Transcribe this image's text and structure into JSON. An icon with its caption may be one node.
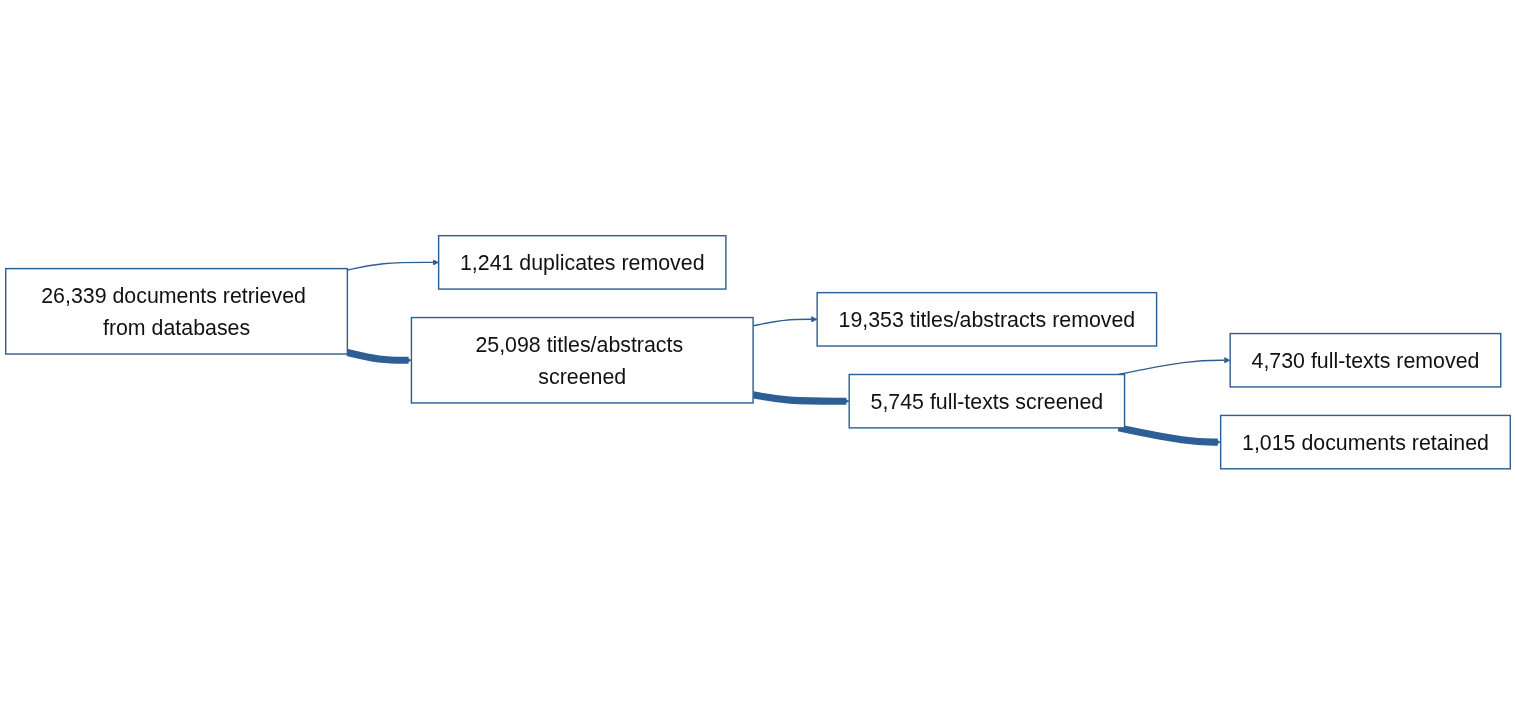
{
  "diagram": {
    "nodes": [
      {
        "text": [
          "26,339 documents retrieved from databases"
        ]
      },
      {
        "text": [
          "1,241 duplicates removed"
        ]
      },
      {
        "text": [
          "25,098 titles/abstracts screened"
        ]
      },
      {
        "text": [
          "19,353 titles/abstracts removed"
        ]
      },
      {
        "text": [
          "5,745 full-texts screened"
        ]
      },
      {
        "text": [
          "4,730 full-texts removed"
        ]
      },
      {
        "text": [
          "1,015 documents retained"
        ]
      }
    ],
    "edges": [
      {
        "from": 0,
        "to": 1,
        "arrow": "to"
      },
      {
        "from": 0,
        "to": 2,
        "arrow": "to",
        "style": "thick"
      },
      {
        "from": 2,
        "to": 3,
        "arrow": "to"
      },
      {
        "from": 2,
        "to": 4,
        "arrow": "to",
        "style": "thick"
      },
      {
        "from": 4,
        "to": 5,
        "arrow": "to"
      },
      {
        "from": 4,
        "to": 6,
        "arrow": "to",
        "style": "thick"
      }
    ]
  }
}
